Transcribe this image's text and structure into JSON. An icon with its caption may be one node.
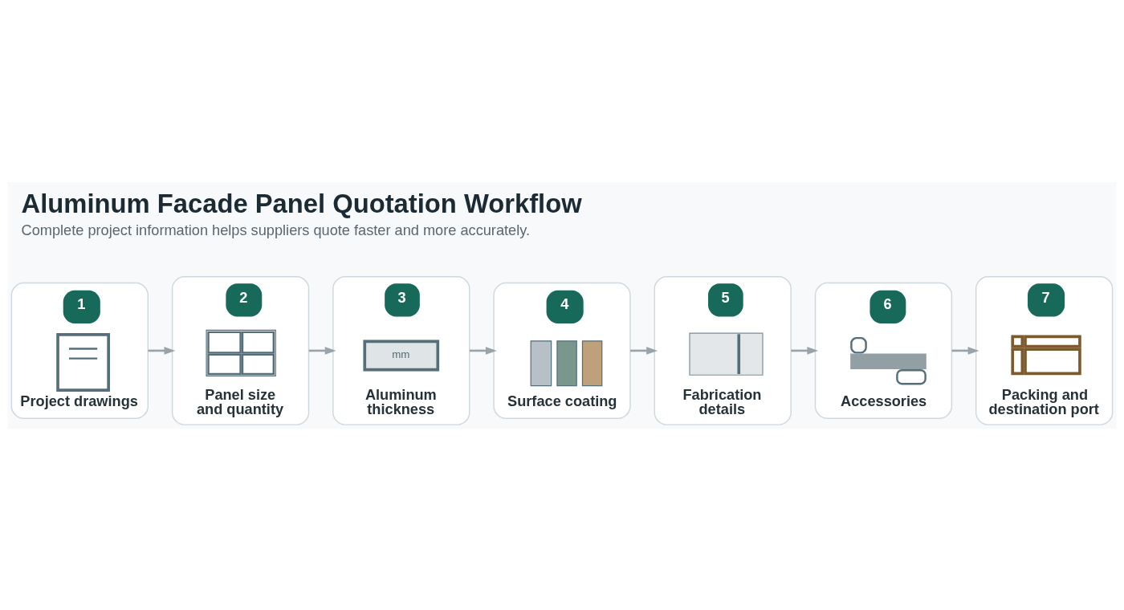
{
  "diagram": {
    "title": "Aluminum Facade Panel Quotation Workflow",
    "caption": "Complete project information helps suppliers quote faster and more accurately.",
    "nodes": [
      {
        "text": [
          "1",
          "Project drawings"
        ]
      },
      {
        "text": [
          "2",
          "Panel size and quantity"
        ]
      },
      {
        "text": [
          "3",
          "mm",
          "Aluminum thickness"
        ]
      },
      {
        "text": [
          "4",
          "Surface coating"
        ]
      },
      {
        "text": [
          "5",
          "Fabrication details"
        ]
      },
      {
        "text": [
          "6",
          "Accessories"
        ]
      },
      {
        "text": [
          "7",
          "Packing and destination port"
        ]
      }
    ],
    "edges": [
      {
        "from": 0,
        "to": 1,
        "arrow": "to"
      },
      {
        "from": 1,
        "to": 2,
        "arrow": "to"
      },
      {
        "from": 2,
        "to": 3,
        "arrow": "to"
      },
      {
        "from": 3,
        "to": 4,
        "arrow": "to"
      },
      {
        "from": 4,
        "to": 5,
        "arrow": "to"
      },
      {
        "from": 5,
        "to": 6,
        "arrow": "to"
      }
    ]
  }
}
